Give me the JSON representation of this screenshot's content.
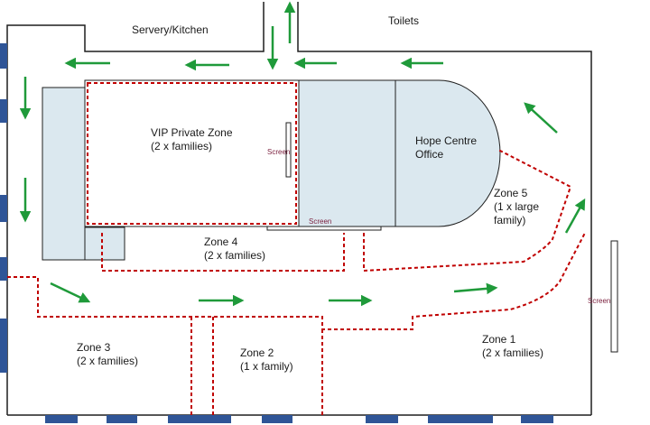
{
  "rooms": {
    "servery": "Servery/Kitchen",
    "toilets": "Toilets",
    "office_line1": "Hope Centre",
    "office_line2": "Office"
  },
  "zones": [
    {
      "name": "VIP Private Zone",
      "capacity": "(2 x families)"
    },
    {
      "name": "Zone 4",
      "capacity": "(2 x families)"
    },
    {
      "name": "Zone 5",
      "capacity_line1": "(1 x large",
      "capacity_line2": "family)"
    },
    {
      "name": "Zone 3",
      "capacity": "(2 x families)"
    },
    {
      "name": "Zone 2",
      "capacity": "(1 x family)"
    },
    {
      "name": "Zone 1",
      "capacity": "(2 x families)"
    }
  ],
  "screens": {
    "vip": "Screen",
    "stage": "Screen",
    "right_wall": "Screen"
  },
  "colors": {
    "wall": "#1f1f1f",
    "window": "#2f5597",
    "furniture": "#dbe8ef",
    "zone_boundary": "#c00000",
    "arrow": "#1f9a3a",
    "screen_label": "#7a1f3d"
  }
}
